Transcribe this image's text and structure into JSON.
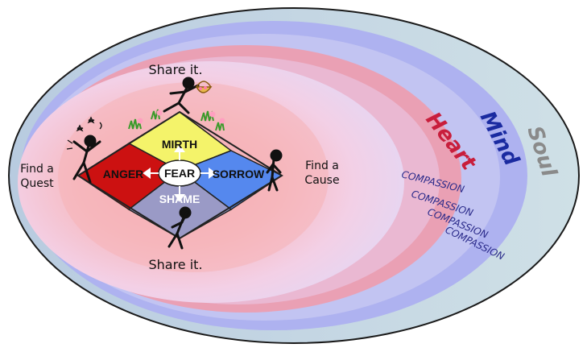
{
  "layers": {
    "soul": "Soul",
    "mind": "Mind",
    "heart": "Heart"
  },
  "compassion": [
    "COMPASSION",
    "COMPASSION",
    "COMPASSION",
    "COMPASSION"
  ],
  "quadrants": {
    "mirth": "MIRTH",
    "anger": "ANGER",
    "sorrow": "SORROW",
    "shame": "SHAME",
    "fear": "FEAR"
  },
  "captions": {
    "share_top": "Share it.",
    "share_bottom": "Share it.",
    "quest_line1": "Find a",
    "quest_line2": "Quest",
    "cause_line1": "Find a",
    "cause_line2": "Cause"
  },
  "colors": {
    "soul_ring": "#c4d8e2",
    "mind_ring": "#aeb2f0",
    "heart_ring": "#eaa0b4",
    "mirth": "#f4f36a",
    "anger": "#cc1111",
    "sorrow": "#5588ee",
    "shame": "#9a9ac6",
    "soul_text": "#8a8a8a",
    "mind_text": "#1a2aa0",
    "heart_text": "#c81e3c"
  }
}
